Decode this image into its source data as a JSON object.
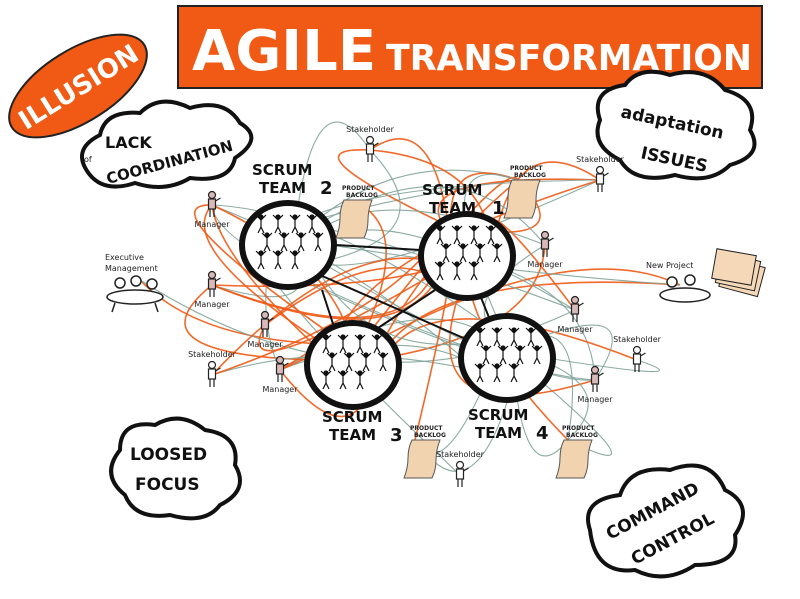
{
  "title": {
    "word1": "AGILE",
    "word2": "TRANSFORMATION"
  },
  "badge": "ILLUSION",
  "clouds": {
    "coordination": {
      "line1": "LACK",
      "line2": "of",
      "line3": "COORDINATION"
    },
    "adaptation": {
      "line1": "adaptation",
      "line2": "ISSUES"
    },
    "focus": {
      "line1": "LOOSED",
      "line2": "FOCUS"
    },
    "command": {
      "line1": "COMMAND",
      "line2": "CONTROL"
    }
  },
  "teams": [
    {
      "line1": "SCRUM",
      "line2": "TEAM",
      "number": "1"
    },
    {
      "line1": "SCRUM",
      "line2": "TEAM",
      "number": "2"
    },
    {
      "line1": "SCRUM",
      "line2": "TEAM",
      "number": "3"
    },
    {
      "line1": "SCRUM",
      "line2": "TEAM",
      "number": "4"
    }
  ],
  "backlog": {
    "line1": "PRODUCT",
    "line2": "BACKLOG"
  },
  "roles": {
    "stakeholder": "Stakeholder",
    "manager": "Manager"
  },
  "executive": {
    "line1": "Executive",
    "line2": "Management"
  },
  "new_project": "New Project",
  "colors": {
    "orange": "#f05a14",
    "teal": "#7fa39a",
    "ink": "#111111",
    "parchment": "#f2d3b0"
  }
}
